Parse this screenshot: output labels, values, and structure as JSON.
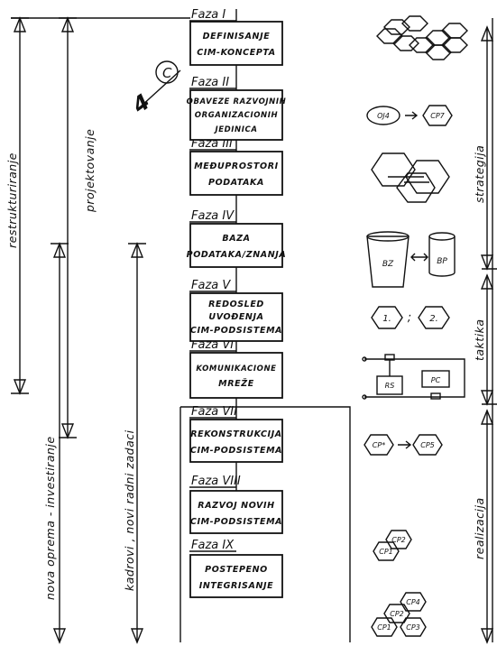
{
  "phases": [
    {
      "heading": "Faza I",
      "lines": [
        "DEFINISANJE",
        "CIM-KONCEPTA"
      ]
    },
    {
      "heading": "Faza II",
      "lines": [
        "OBAVEZE RAZVOJNIH",
        "ORGANIZACIONIH",
        "JEDINICA"
      ]
    },
    {
      "heading": "Faza III",
      "lines": [
        "MEĐUPROSTORI",
        "PODATAKA"
      ]
    },
    {
      "heading": "Faza IV",
      "lines": [
        "BAZA",
        "PODATAKA/ZNANJA"
      ]
    },
    {
      "heading": "Faza V",
      "lines": [
        "REDOSLED",
        "UVOĐENJA",
        "CIM-PODSISTEMA"
      ]
    },
    {
      "heading": "Faza VI",
      "lines": [
        "KOMUNIKACIONE",
        "MREŽE"
      ]
    },
    {
      "heading": "Faza VII",
      "lines": [
        "REKONSTRUKCIJA",
        "CIM-PODSISTEMA"
      ]
    },
    {
      "heading": "Faza VIII",
      "lines": [
        "RAZVOJ NOVIH",
        "CIM-PODSISTEMA"
      ]
    },
    {
      "heading": "Faza IX",
      "lines": [
        "POSTEPENO",
        "INTEGRISANJE"
      ]
    }
  ],
  "left_labels": [
    "restrukturiranje",
    "projektovanje",
    "nova oprema - investiranje",
    "kadrovi , novi radni zadaci"
  ],
  "right_labels": [
    "strategija",
    "taktika",
    "realizacija"
  ],
  "annotation": {
    "number": "4",
    "symbol": "C"
  },
  "icons": {
    "oj4": "OJ4",
    "cp7": "CP7",
    "bz": "BZ",
    "bp": "BP",
    "step1": "1.",
    "separator": ";",
    "step2": "2.",
    "rs": "RS",
    "pc": "PC",
    "cp_star": "CP*",
    "cp5": "CP5",
    "cp1": "CP1",
    "cp2": "CP2",
    "cp3": "CP3",
    "cp4": "CP4"
  }
}
